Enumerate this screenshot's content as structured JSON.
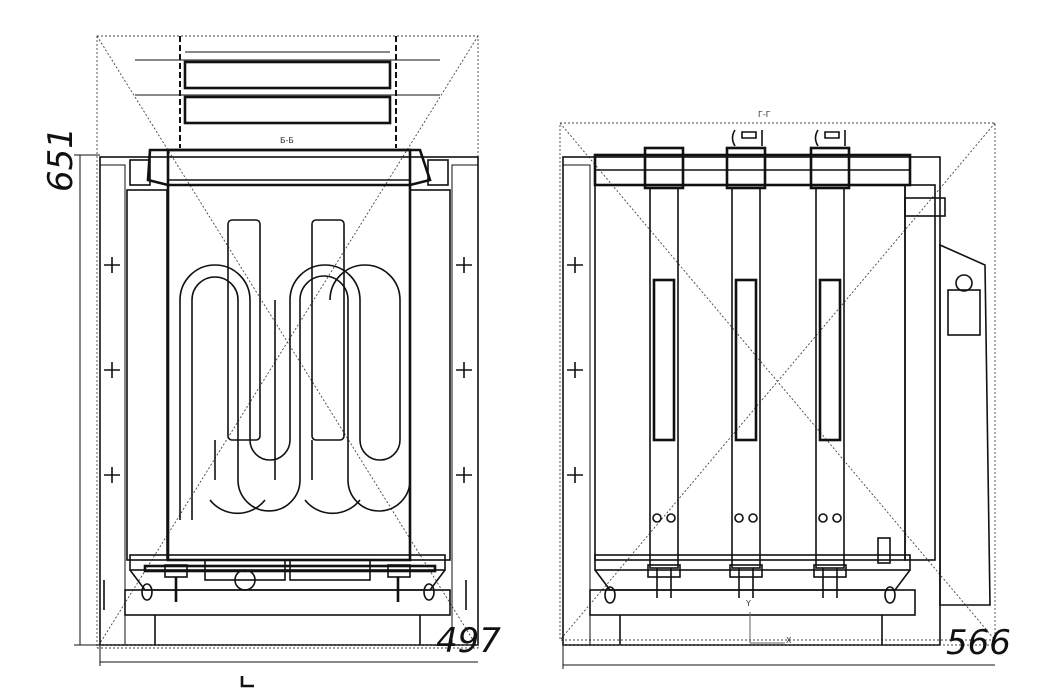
{
  "left_view": {
    "section_label": "Б-Б",
    "height_dimension": "651",
    "width_dimension": "497"
  },
  "right_view": {
    "section_label": "Г-Г",
    "width_dimension": "566",
    "axis_x_label": "X",
    "axis_y_label": "Y"
  },
  "colors": {
    "line": "#111111",
    "hidden": "#444444",
    "background": "#ffffff"
  }
}
